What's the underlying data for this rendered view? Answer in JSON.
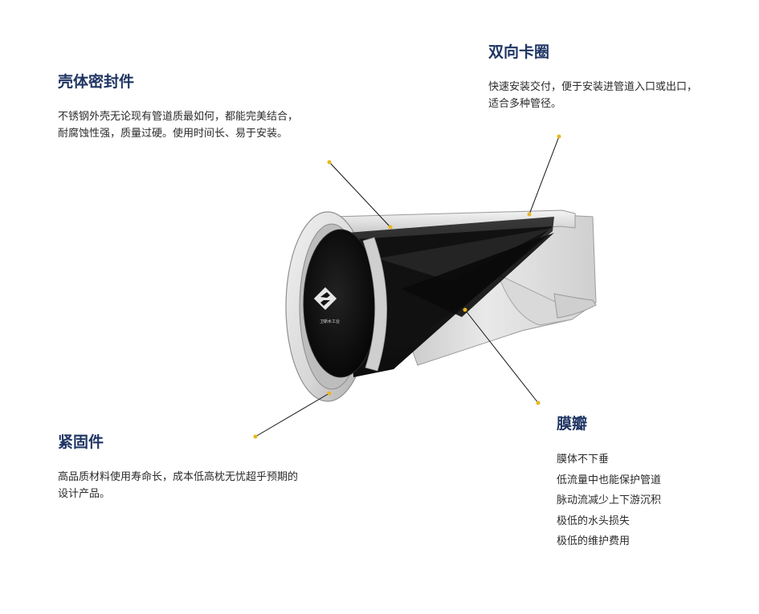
{
  "callouts": {
    "housing_seal": {
      "title": "壳体密封件",
      "lines": [
        "不锈钢外壳无论现有管道质最如何，都能完美结合，",
        "耐腐蚀性强，质量过硬。使用时间长、易于安装。"
      ]
    },
    "clamp_ring": {
      "title": "双向卡圈",
      "lines": [
        "快速安装交付，便于安装进管道入口或出口，",
        "适合多种管径。"
      ]
    },
    "fastener": {
      "title": "紧固件",
      "lines": [
        "高品质材料使用寿命长，成本低高枕无忧超乎预期的",
        "设计产品。"
      ]
    },
    "membrane": {
      "title": "膜瓣",
      "items": [
        "膜体不下垂",
        "低流量中也能保护管道",
        "脉动流减少上下游沉积",
        "极低的水头损失",
        "极低的维护费用"
      ]
    }
  },
  "logo": {
    "text": "卫斯水工业"
  },
  "colors": {
    "title": "#1f3563",
    "text": "#2b2b2b",
    "leader_dot": "#e8b71f",
    "leader_line": "#111111",
    "steel_light": "#e6e6e6",
    "steel_mid": "#c9c9c9",
    "steel_dark": "#9a9a9a",
    "rubber": "#1a1a1a"
  }
}
